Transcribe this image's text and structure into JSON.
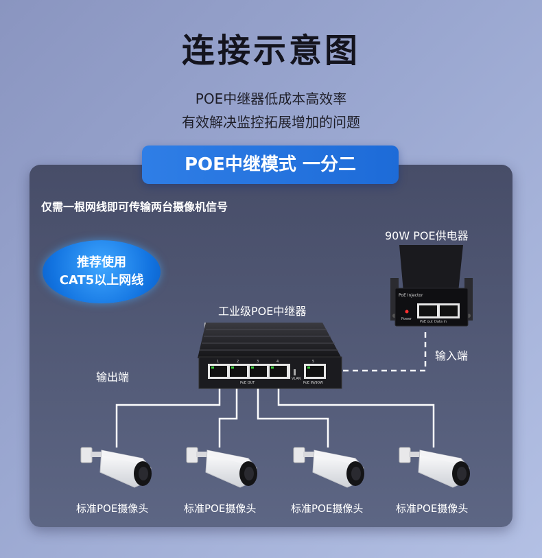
{
  "title": "连接示意图",
  "subtitle_line1": "POE中继器低成本高效率",
  "subtitle_line2": "有效解决监控拓展增加的问题",
  "mode_label": "POE中继模式 一分二",
  "note": "仅需一根网线即可传输两台摄像机信号",
  "badge": {
    "line1": "推荐使用",
    "line2": "CAT5以上网线"
  },
  "injector": {
    "title": "90W POE供电器",
    "device_label": "PoE Injector",
    "power_label": "Power",
    "port_out": "PoE out",
    "port_in": "Data in"
  },
  "input_label": "输入端",
  "output_label": "输出端",
  "repeater": {
    "title": "工业级POE中继器",
    "port_numbers": [
      "1",
      "2",
      "3",
      "4",
      "5"
    ],
    "poe_out_label": "PoE OUT",
    "vlan_label": "VLAN",
    "poe_in_label": "PoE IN/90W"
  },
  "cameras": [
    {
      "label": "标准POE摄像头"
    },
    {
      "label": "标准POE摄像头"
    },
    {
      "label": "标准POE摄像头"
    },
    {
      "label": "标准POE摄像头"
    }
  ],
  "colors": {
    "accent": "#1d6bd8",
    "panel": "#4f5673",
    "wire": "#ffffff"
  }
}
